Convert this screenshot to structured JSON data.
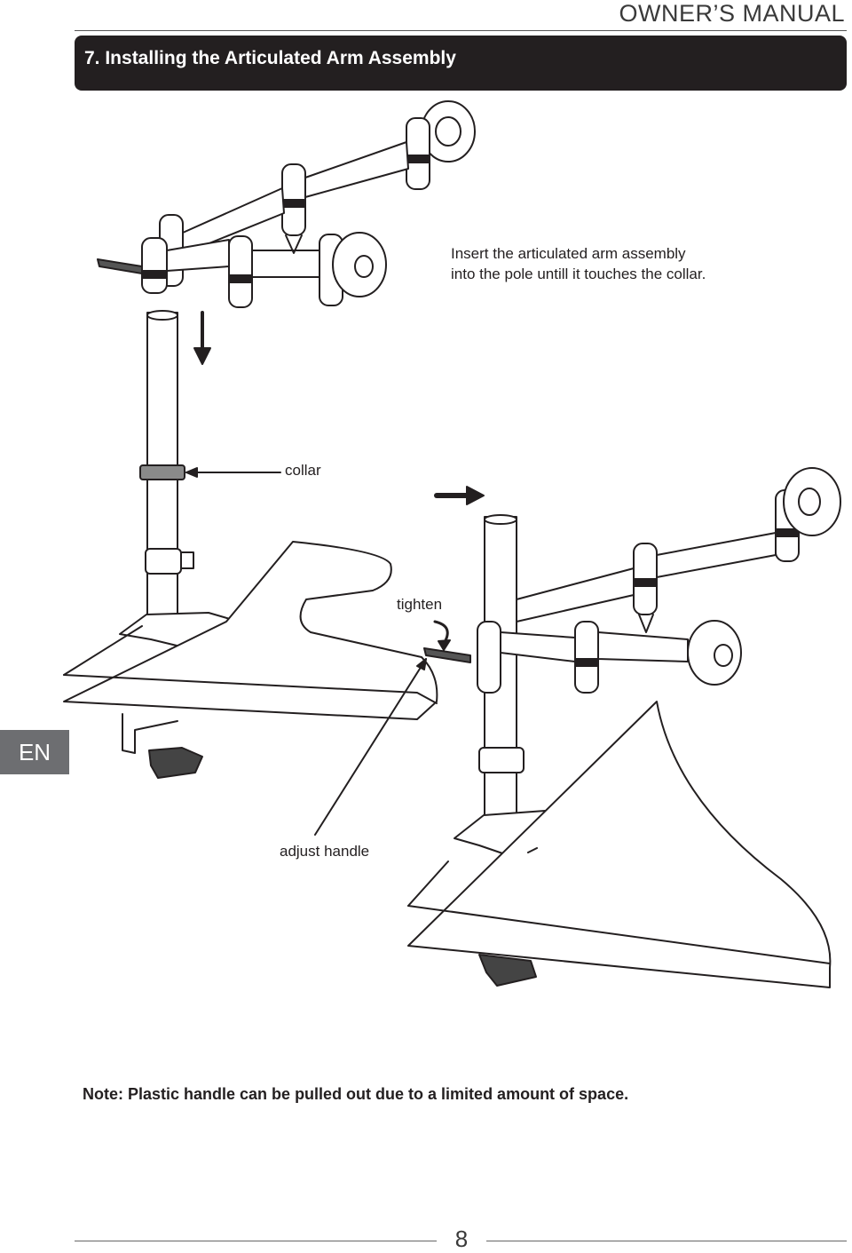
{
  "header": {
    "title": "OWNER’S MANUAL"
  },
  "section": {
    "title": "7. Installing the Articulated Arm Assembly"
  },
  "captions": {
    "insert_line1": "Insert the articulated arm assembly",
    "insert_line2": "into the pole untill it touches the collar.",
    "collar": "collar",
    "tighten": "tighten",
    "adjust_handle": "adjust handle"
  },
  "note": "Note: Plastic handle can be pulled out due to a limited amount of space.",
  "side_tab": "EN",
  "page_number": "8"
}
